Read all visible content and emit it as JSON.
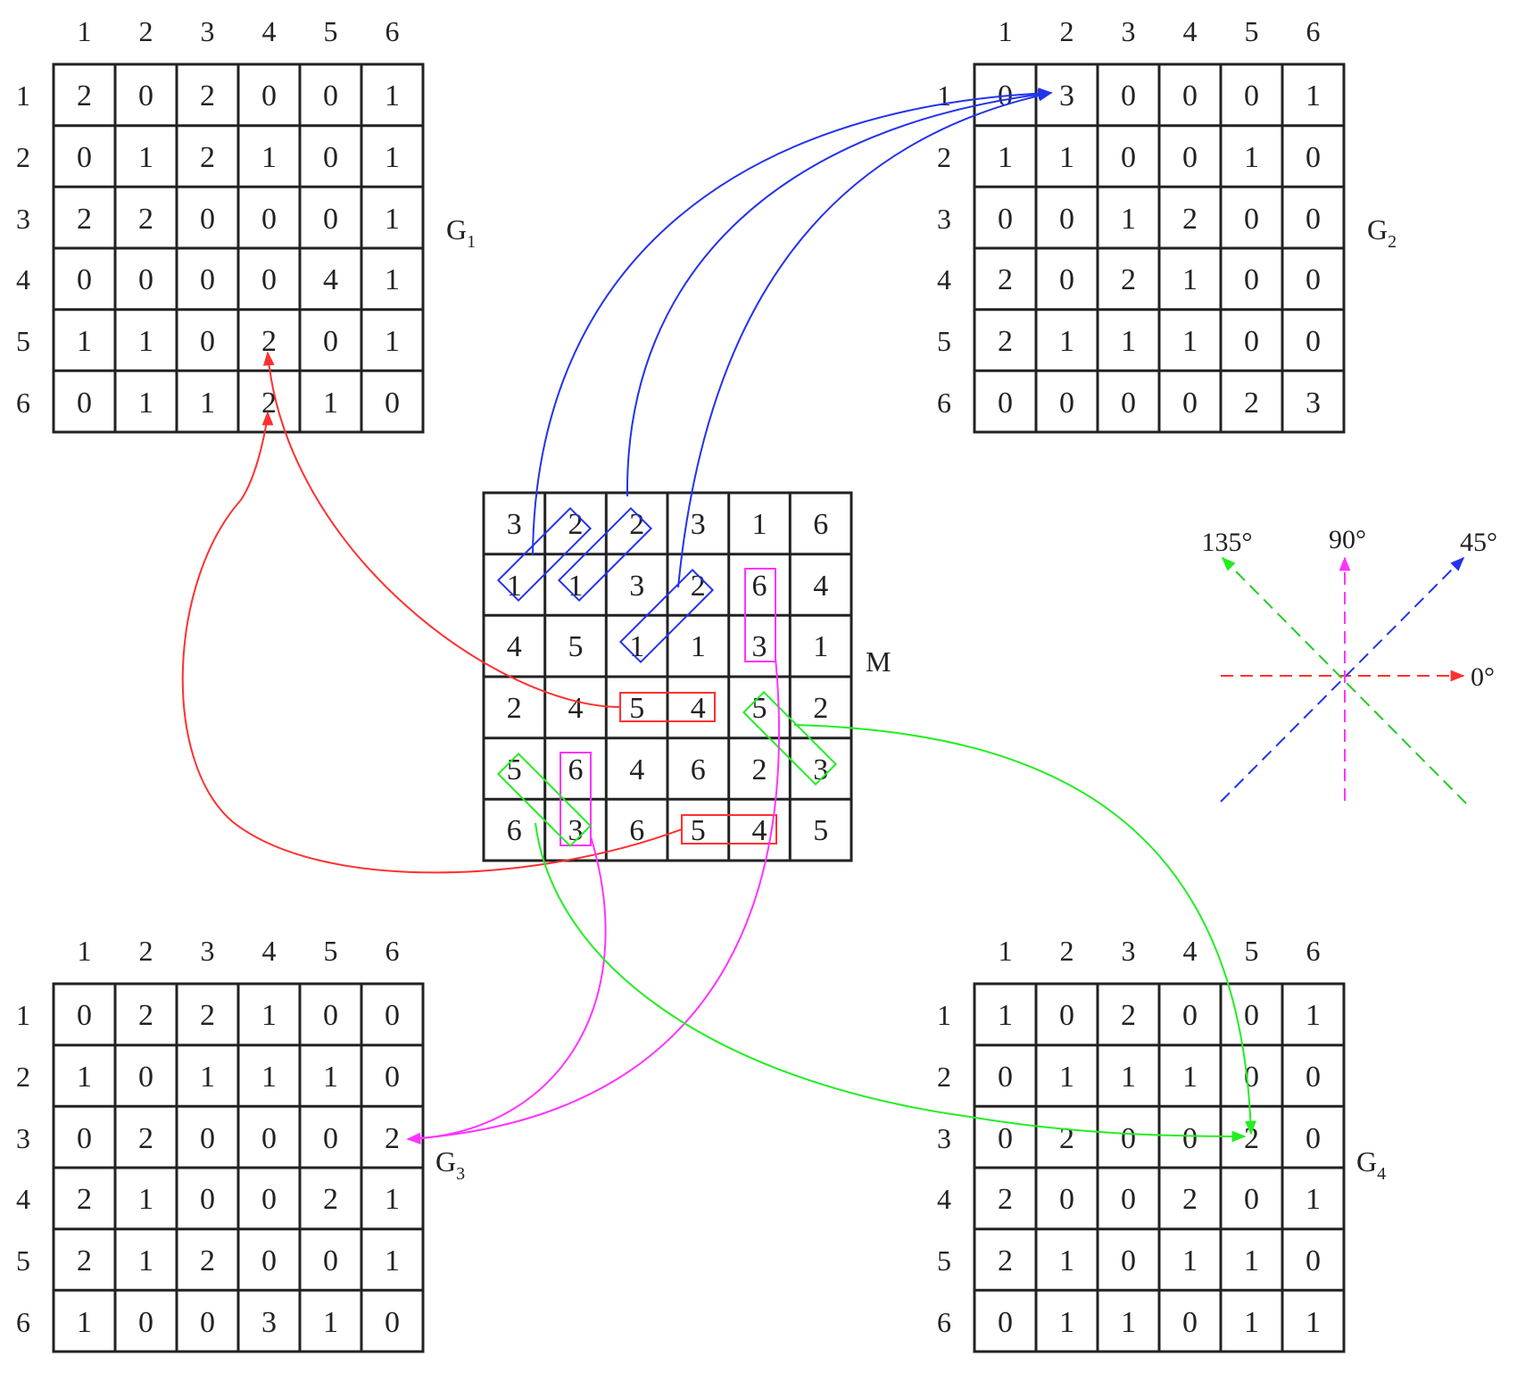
{
  "matrices": [
    {
      "id": "g1",
      "name": "G",
      "sub": "1",
      "col_headers": [
        "1",
        "2",
        "3",
        "4",
        "5",
        "6"
      ],
      "row_headers": [
        "1",
        "2",
        "3",
        "4",
        "5",
        "6"
      ],
      "values": [
        [
          "2",
          "0",
          "2",
          "0",
          "0",
          "1"
        ],
        [
          "0",
          "1",
          "2",
          "1",
          "0",
          "1"
        ],
        [
          "2",
          "2",
          "0",
          "0",
          "0",
          "1"
        ],
        [
          "0",
          "0",
          "0",
          "0",
          "4",
          "1"
        ],
        [
          "1",
          "1",
          "0",
          "2",
          "0",
          "1"
        ],
        [
          "0",
          "1",
          "1",
          "2",
          "1",
          "0"
        ]
      ]
    },
    {
      "id": "g2",
      "name": "G",
      "sub": "2",
      "col_headers": [
        "1",
        "2",
        "3",
        "4",
        "5",
        "6"
      ],
      "row_headers": [
        "1",
        "2",
        "3",
        "4",
        "5",
        "6"
      ],
      "values": [
        [
          "0",
          "3",
          "0",
          "0",
          "0",
          "1"
        ],
        [
          "1",
          "1",
          "0",
          "0",
          "1",
          "0"
        ],
        [
          "0",
          "0",
          "1",
          "2",
          "0",
          "0"
        ],
        [
          "2",
          "0",
          "2",
          "1",
          "0",
          "0"
        ],
        [
          "2",
          "1",
          "1",
          "1",
          "0",
          "0"
        ],
        [
          "0",
          "0",
          "0",
          "0",
          "2",
          "3"
        ]
      ]
    },
    {
      "id": "m",
      "name": "M",
      "sub": "",
      "col_headers": [],
      "row_headers": [],
      "values": [
        [
          "3",
          "2",
          "2",
          "3",
          "1",
          "6"
        ],
        [
          "1",
          "1",
          "3",
          "2",
          "6",
          "4"
        ],
        [
          "4",
          "5",
          "1",
          "1",
          "3",
          "1"
        ],
        [
          "2",
          "4",
          "5",
          "4",
          "5",
          "2"
        ],
        [
          "5",
          "6",
          "4",
          "6",
          "2",
          "3"
        ],
        [
          "6",
          "3",
          "6",
          "5",
          "4",
          "5"
        ]
      ]
    },
    {
      "id": "g3",
      "name": "G",
      "sub": "3",
      "col_headers": [
        "1",
        "2",
        "3",
        "4",
        "5",
        "6"
      ],
      "row_headers": [
        "1",
        "2",
        "3",
        "4",
        "5",
        "6"
      ],
      "values": [
        [
          "0",
          "2",
          "2",
          "1",
          "0",
          "0"
        ],
        [
          "1",
          "0",
          "1",
          "1",
          "1",
          "0"
        ],
        [
          "0",
          "2",
          "0",
          "0",
          "0",
          "2"
        ],
        [
          "2",
          "1",
          "0",
          "0",
          "2",
          "1"
        ],
        [
          "2",
          "1",
          "2",
          "0",
          "0",
          "1"
        ],
        [
          "1",
          "0",
          "0",
          "3",
          "1",
          "0"
        ]
      ]
    },
    {
      "id": "g4",
      "name": "G",
      "sub": "4",
      "col_headers": [
        "1",
        "2",
        "3",
        "4",
        "5",
        "6"
      ],
      "row_headers": [
        "1",
        "2",
        "3",
        "4",
        "5",
        "6"
      ],
      "values": [
        [
          "1",
          "0",
          "2",
          "0",
          "0",
          "1"
        ],
        [
          "0",
          "1",
          "1",
          "1",
          "0",
          "0"
        ],
        [
          "0",
          "2",
          "0",
          "0",
          "2",
          "0"
        ],
        [
          "2",
          "0",
          "0",
          "2",
          "0",
          "1"
        ],
        [
          "2",
          "1",
          "0",
          "1",
          "1",
          "0"
        ],
        [
          "0",
          "1",
          "1",
          "0",
          "1",
          "1"
        ]
      ]
    }
  ],
  "directions": [
    {
      "label": "0°",
      "angle": 0,
      "color": "#ff3030"
    },
    {
      "label": "45°",
      "angle": 45,
      "color": "#2233ee"
    },
    {
      "label": "90°",
      "angle": 90,
      "color": "#ff33ff"
    },
    {
      "label": "135°",
      "angle": 135,
      "color": "#22cc22"
    }
  ]
}
